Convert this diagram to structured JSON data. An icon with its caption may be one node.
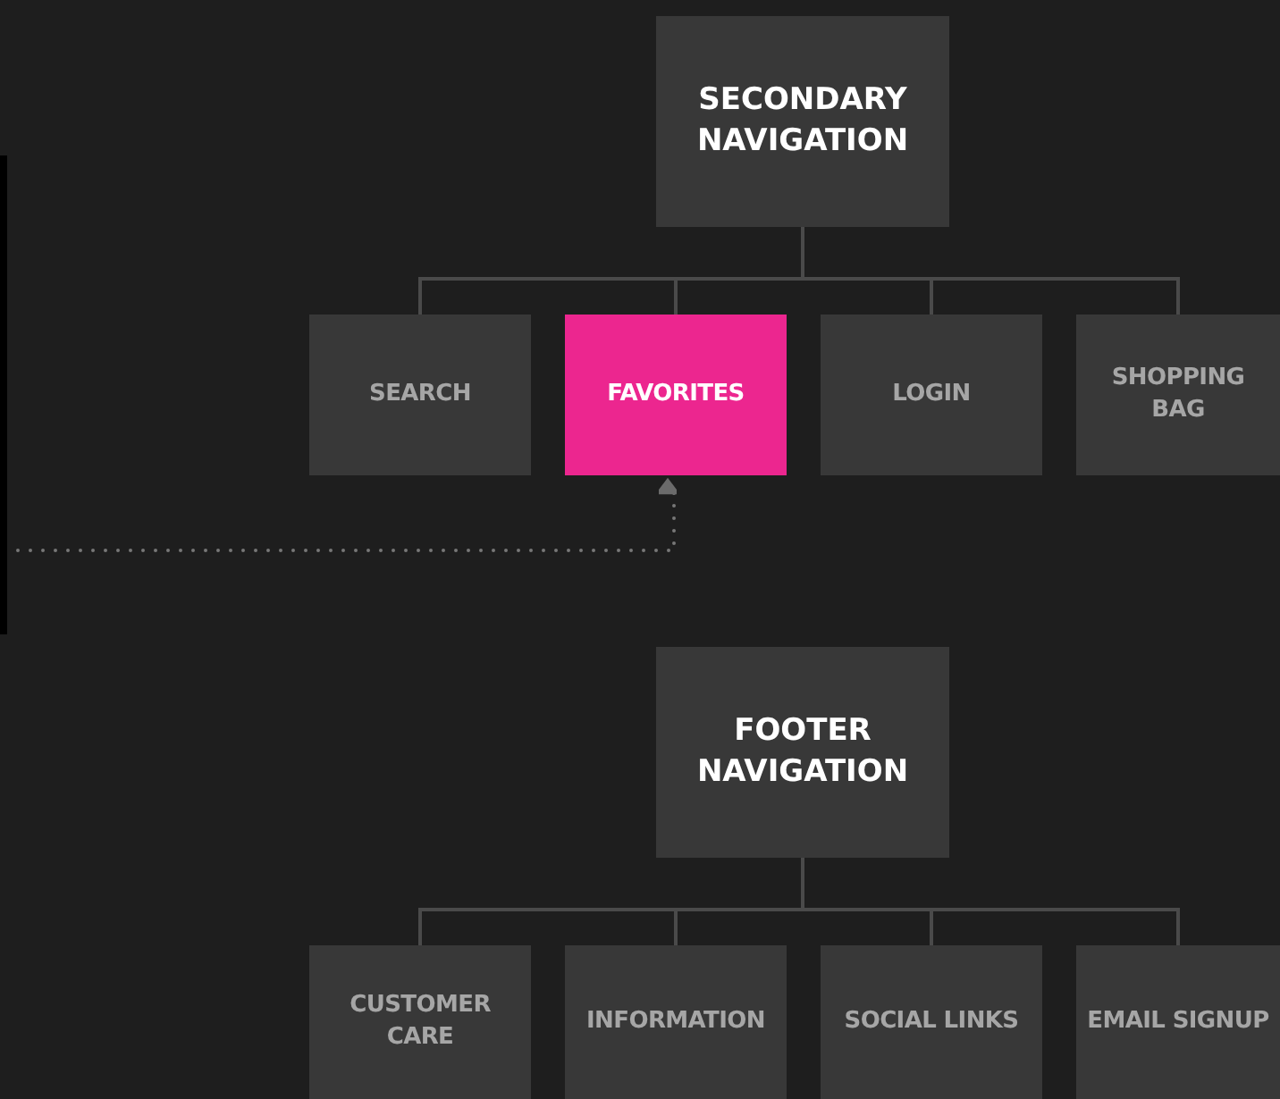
{
  "diagram": {
    "nodes": [
      {
        "text": [
          "SECONDARY NAVIGATION"
        ]
      },
      {
        "text": [
          "SEARCH"
        ]
      },
      {
        "text": [
          "FAVORITES"
        ]
      },
      {
        "text": [
          "LOGIN"
        ]
      },
      {
        "text": [
          "SHOPPING BAG"
        ]
      },
      {
        "text": [
          "FOOTER NAVIGATION"
        ]
      },
      {
        "text": [
          "CUSTOMER CARE"
        ]
      },
      {
        "text": [
          "INFORMATION"
        ]
      },
      {
        "text": [
          "SOCIAL LINKS"
        ]
      },
      {
        "text": [
          "EMAIL SIGNUP"
        ]
      }
    ],
    "edges": [
      {
        "from": 0,
        "to": 1,
        "arrow": "none"
      },
      {
        "from": 0,
        "to": 2,
        "arrow": "none"
      },
      {
        "from": 0,
        "to": 3,
        "arrow": "none"
      },
      {
        "from": 0,
        "to": 4,
        "arrow": "none"
      },
      {
        "from": null,
        "to": 2,
        "arrow": "to",
        "style": "dashed"
      },
      {
        "from": 5,
        "to": 6,
        "arrow": "none"
      },
      {
        "from": 5,
        "to": 7,
        "arrow": "none"
      },
      {
        "from": 5,
        "to": 8,
        "arrow": "none"
      },
      {
        "from": 5,
        "to": 9,
        "arrow": "none"
      }
    ]
  }
}
